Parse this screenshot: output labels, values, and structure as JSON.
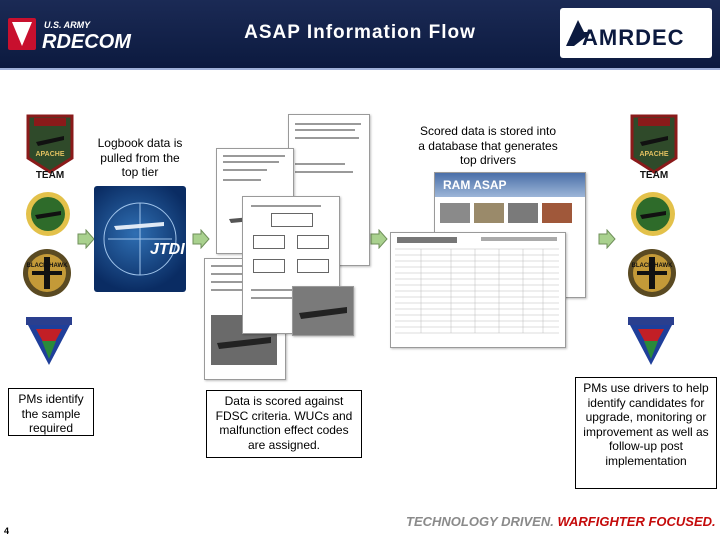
{
  "header": {
    "title": "ASAP Information Flow",
    "left_logo_top": "U.S. ARMY",
    "left_logo_main": "RDECOM",
    "right_logo_text": "AMRDEC"
  },
  "boxes": {
    "logbook": "Logbook data is pulled from the top tier",
    "pm_sample": "PMs identify the sample required",
    "scored_db": "Scored data is stored into a database that generates top drivers",
    "fdsc_scored": "Data is scored against FDSC criteria. WUCs and malfunction effect codes are assigned.",
    "pm_drivers": "PMs use drivers to help identify candidates for upgrade, monitoring or improvement as well as follow-up post implementation"
  },
  "emblems": {
    "apache_team": "TEAM",
    "apache_label": "APACHE",
    "blackhawk_label": "BLACK HAWK"
  },
  "images": {
    "jtdi_label": "JTDI",
    "ram_label": "RAM ASAP"
  },
  "footer": {
    "tagline_part1": "TECHNOLOGY DRIVEN.",
    "tagline_part2": "WARFIGHTER FOCUSED.",
    "page_number": "4"
  },
  "colors": {
    "header_navy": "#0c1a3f",
    "arrow_green": "#a9d18e",
    "tagline_red": "#c40a0a"
  }
}
